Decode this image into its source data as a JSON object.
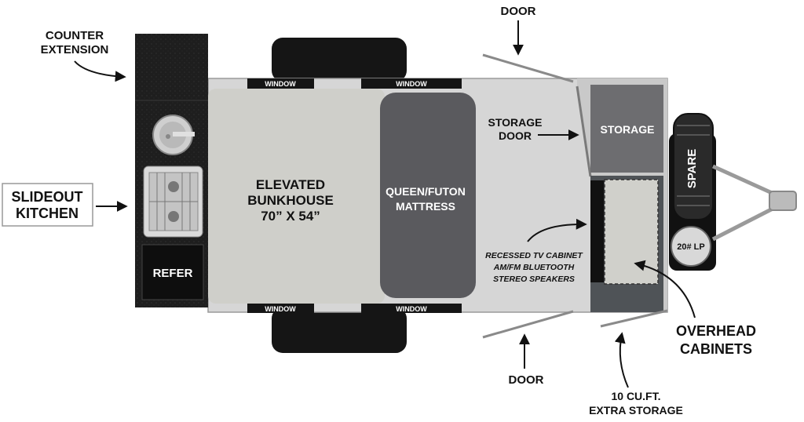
{
  "labels": {
    "door_top": "DOOR",
    "door_bottom": "DOOR",
    "counter_extension_1": "COUNTER",
    "counter_extension_2": "EXTENSION",
    "slideout_kitchen_1": "SLIDEOUT",
    "slideout_kitchen_2": "KITCHEN",
    "refer": "REFER",
    "bunk_1": "ELEVATED",
    "bunk_2": "BUNKHOUSE",
    "bunk_3": "70” X 54”",
    "mattress_1": "QUEEN/FUTON",
    "mattress_2": "MATTRESS",
    "storage_door_1": "STORAGE",
    "storage_door_2": "DOOR",
    "storage": "STORAGE",
    "spare": "SPARE",
    "lp": "20# LP",
    "tv_1": "RECESSED TV CABINET",
    "tv_2": "AM/FM BLUETOOTH",
    "tv_3": "STEREO SPEAKERS",
    "overhead_1": "OVERHEAD",
    "overhead_2": "CABINETS",
    "extra_storage_1": "10 CU.FT.",
    "extra_storage_2": "EXTRA STORAGE",
    "window_top_left": "WINDOW",
    "window_top_right": "WINDOW",
    "window_bottom_left": "WINDOW",
    "window_bottom_right": "WINDOW"
  },
  "colors": {
    "floor": "#d6d6d6",
    "bunk": "#cfcfca",
    "mattress": "#5a5a5e",
    "dark": "#1c1c1c",
    "storage": "#6d6d70",
    "arrow": "#111111",
    "door_line": "#8a8a8a"
  }
}
